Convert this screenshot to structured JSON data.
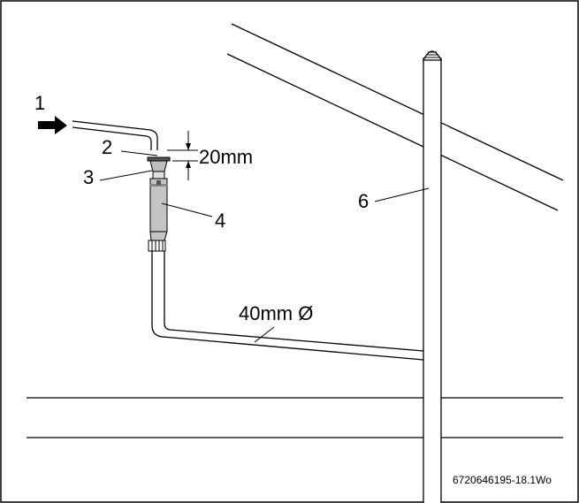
{
  "labels": {
    "l1": "1",
    "l2": "2",
    "l3": "3",
    "l4": "4",
    "l6": "6"
  },
  "dimensions": {
    "gap": "20mm",
    "pipe_diameter": "40mm Ø"
  },
  "reference_code": "6720646195-18.1Wo",
  "icons": {
    "inlet": "arrow-right-icon"
  }
}
